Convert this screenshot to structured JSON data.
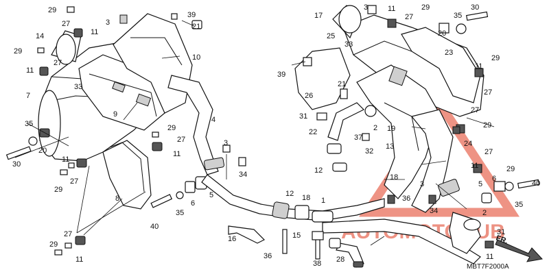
{
  "diagram": {
    "figure_code": "MBT7F2000A",
    "direction_label": "FR.",
    "watermark_text": "AUTOMOTOHUB",
    "accent_color": "#e03a1f",
    "callouts_left": [
      {
        "num": "29"
      },
      {
        "num": "27"
      },
      {
        "num": "11"
      },
      {
        "num": "14"
      },
      {
        "num": "29"
      },
      {
        "num": "27"
      },
      {
        "num": "11"
      },
      {
        "num": "33"
      },
      {
        "num": "7"
      },
      {
        "num": "35"
      },
      {
        "num": "20"
      },
      {
        "num": "30"
      },
      {
        "num": "11"
      },
      {
        "num": "29"
      },
      {
        "num": "27"
      },
      {
        "num": "8"
      },
      {
        "num": "27"
      },
      {
        "num": "29"
      },
      {
        "num": "11"
      },
      {
        "num": "3"
      },
      {
        "num": "39"
      },
      {
        "num": "21"
      },
      {
        "num": "10"
      },
      {
        "num": "9"
      },
      {
        "num": "29"
      },
      {
        "num": "27"
      },
      {
        "num": "11"
      },
      {
        "num": "4"
      },
      {
        "num": "3"
      },
      {
        "num": "34"
      },
      {
        "num": "5"
      },
      {
        "num": "6"
      },
      {
        "num": "35"
      },
      {
        "num": "40"
      }
    ],
    "callouts_center": [
      {
        "num": "12"
      },
      {
        "num": "18"
      },
      {
        "num": "1"
      },
      {
        "num": "16"
      },
      {
        "num": "15"
      },
      {
        "num": "36"
      },
      {
        "num": "38"
      },
      {
        "num": "28"
      }
    ],
    "callouts_right": [
      {
        "num": "17"
      },
      {
        "num": "3"
      },
      {
        "num": "11"
      },
      {
        "num": "29"
      },
      {
        "num": "27"
      },
      {
        "num": "30"
      },
      {
        "num": "35"
      },
      {
        "num": "20"
      },
      {
        "num": "25"
      },
      {
        "num": "33"
      },
      {
        "num": "23"
      },
      {
        "num": "39"
      },
      {
        "num": "11"
      },
      {
        "num": "29"
      },
      {
        "num": "27"
      },
      {
        "num": "26"
      },
      {
        "num": "21"
      },
      {
        "num": "31"
      },
      {
        "num": "2"
      },
      {
        "num": "22"
      },
      {
        "num": "37"
      },
      {
        "num": "19"
      },
      {
        "num": "27"
      },
      {
        "num": "29"
      },
      {
        "num": "24"
      },
      {
        "num": "13"
      },
      {
        "num": "18"
      },
      {
        "num": "32"
      },
      {
        "num": "12"
      },
      {
        "num": "27"
      },
      {
        "num": "11"
      },
      {
        "num": "29"
      },
      {
        "num": "6"
      },
      {
        "num": "5"
      },
      {
        "num": "40"
      },
      {
        "num": "3"
      },
      {
        "num": "36"
      },
      {
        "num": "34"
      },
      {
        "num": "35"
      },
      {
        "num": "2"
      },
      {
        "num": "31"
      },
      {
        "num": "11"
      }
    ]
  }
}
